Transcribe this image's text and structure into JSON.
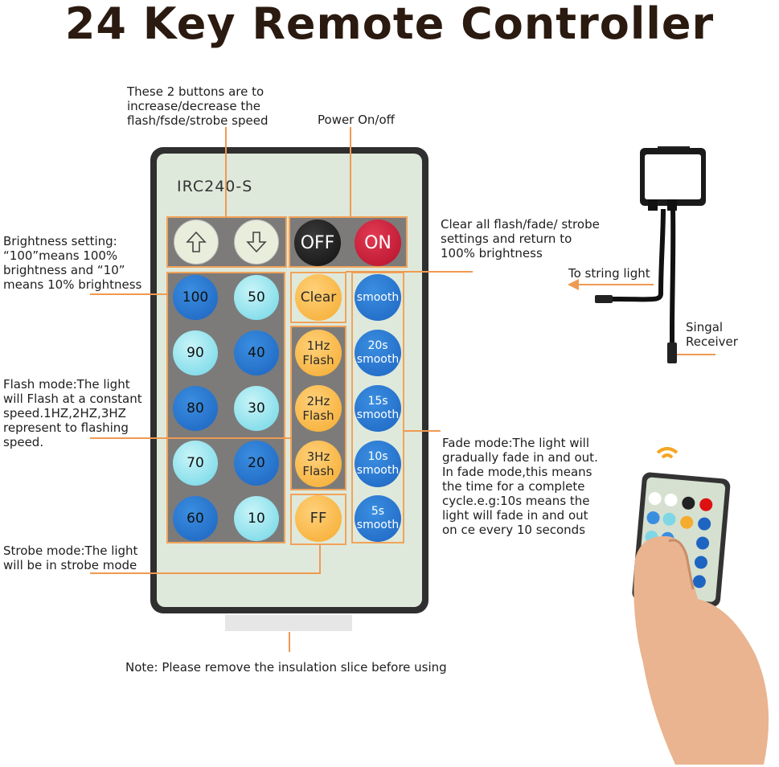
{
  "title": "24 Key Remote Controller",
  "remote": {
    "model": "IRC240-S",
    "power_off_label": "OFF",
    "power_on_label": "ON",
    "brightness": [
      "100",
      "50",
      "90",
      "40",
      "80",
      "30",
      "70",
      "20",
      "60",
      "10"
    ],
    "clear_label": "Clear",
    "flash": [
      [
        "1Hz",
        "Flash"
      ],
      [
        "2Hz",
        "Flash"
      ],
      [
        "3Hz",
        "Flash"
      ]
    ],
    "ff_label": "FF",
    "smooth": [
      [
        "smooth",
        ""
      ],
      [
        "20s",
        "smooth"
      ],
      [
        "15s",
        "smooth"
      ],
      [
        "10s",
        "smooth"
      ],
      [
        "5s",
        "smooth"
      ]
    ]
  },
  "annotations": {
    "speed": "These 2 buttons are to increase/decrease the flash/fsde/strobe speed",
    "power": "Power On/off",
    "brightness": "Brightness setting: “100”means 100% brightness and “10” means 10% brightness",
    "clear": "Clear all flash/fade/ strobe settings and return to 100% brightness",
    "flash": "Flash mode:The light will Flash at a constant speed.1HZ,2HZ,3HZ represent to flashing speed.",
    "fade": "Fade mode:The light will gradually fade in and out. In fade mode,this means the time for a complete cycle.e.g:10s means the light will fade in and out on ce every 10 seconds",
    "strobe": "Strobe mode:The light will be in strobe mode",
    "note": "Note: Please remove the insulation slice before using",
    "string_light": "To string light",
    "receiver": "Singal Receiver"
  },
  "colors": {
    "accent_line": "#ef9a52",
    "remote_body": "#2f2f2f",
    "remote_face": "#dfe9db"
  }
}
